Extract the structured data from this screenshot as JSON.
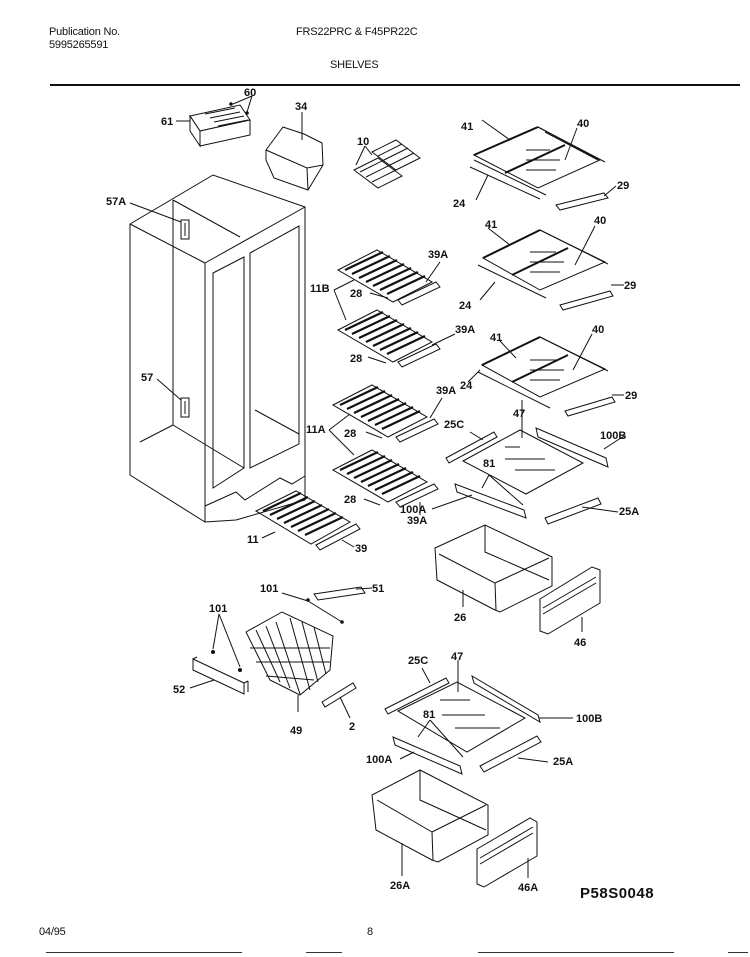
{
  "header": {
    "publication_label": "Publication No.",
    "publication_number": "5995265591",
    "model": "FRS22PRC & F45PR22C",
    "section": "SHELVES"
  },
  "footer": {
    "date": "04/95",
    "page": "8",
    "drawing_id": "P58S0048"
  },
  "callouts": {
    "c60": "60",
    "c61": "61",
    "c34": "34",
    "c10": "10",
    "c57A": "57A",
    "c57": "57",
    "c41a": "41",
    "c40a": "40",
    "c24a": "24",
    "c29a": "29",
    "c41b": "41",
    "c40b": "40",
    "c24b": "24",
    "c29b": "29",
    "c41c": "41",
    "c40c": "40",
    "c24c": "24",
    "c29c": "29",
    "c11B": "11B",
    "c28a": "28",
    "c39Aa": "39A",
    "c28b": "28",
    "c39Ab": "39A",
    "c11A": "11A",
    "c28c": "28",
    "c39Ac": "39A",
    "c28d": "28",
    "c39Ad": "39A",
    "c11": "11",
    "c39": "39",
    "c25Ca": "25C",
    "c47a": "47",
    "c100Ba": "100B",
    "c81a": "81",
    "c100Aa": "100A",
    "c25Aa": "25A",
    "c26": "26",
    "c46": "46",
    "c101a": "101",
    "c51": "51",
    "c101b": "101",
    "c52": "52",
    "c49": "49",
    "c2": "2",
    "c25Cb": "25C",
    "c47b": "47",
    "c100Bb": "100B",
    "c81b": "81",
    "c100Ab": "100A",
    "c25Ab": "25A",
    "c26A": "26A",
    "c46A": "46A"
  }
}
